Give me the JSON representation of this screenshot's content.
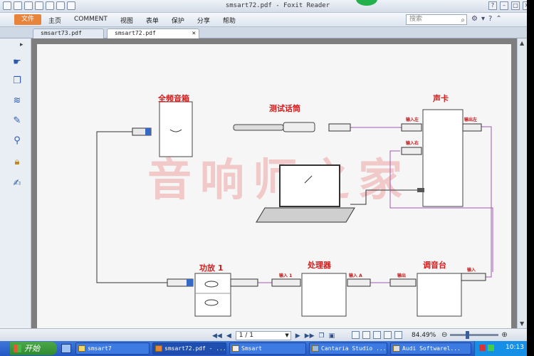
{
  "window": {
    "title": "smsart72.pdf - Foxit Reader",
    "controls": [
      "?",
      "–",
      "□",
      "✕"
    ]
  },
  "menu": {
    "file": "文件",
    "items": [
      "主页",
      "COMMENT",
      "视图",
      "表单",
      "保护",
      "分享",
      "帮助"
    ],
    "search_placeholder": "搜索"
  },
  "tabs": [
    {
      "label": "smsart73.pdf",
      "active": false
    },
    {
      "label": "smsart72.pdf",
      "active": true
    }
  ],
  "sidebar": {
    "icons": [
      "hand-icon",
      "pages-icon",
      "layers-icon",
      "comments-icon",
      "attachment-icon",
      "lock-icon",
      "signature-icon"
    ]
  },
  "diagram": {
    "watermark": "音响师之家",
    "labels": {
      "speaker": "全频音箱",
      "mic": "测试话筒",
      "soundcard": "声卡",
      "amp": "功放 1",
      "processor": "处理器",
      "mixer": "调音台"
    },
    "small_labels": {
      "in_left": "输入左",
      "out_left": "输出左",
      "in_right": "输入右",
      "proc_in": "输入 1",
      "proc_in_a": "输入 A",
      "mix_out": "输出",
      "mix_in": "输入"
    }
  },
  "statusbar": {
    "page_value": "1 / 1",
    "zoom": "84.49%",
    "zoom_minus": "⊖",
    "zoom_plus": "⊕"
  },
  "taskbar": {
    "start": "开始",
    "tasks": [
      {
        "label": "smsart7",
        "active": false
      },
      {
        "label": "smsart72.pdf - ...",
        "active": true
      },
      {
        "label": "Smsart",
        "active": false
      },
      {
        "label": "Cantaria Studio ...",
        "active": false
      },
      {
        "label": "Audi Softwarel...",
        "active": false
      }
    ],
    "clock": "10:13"
  }
}
